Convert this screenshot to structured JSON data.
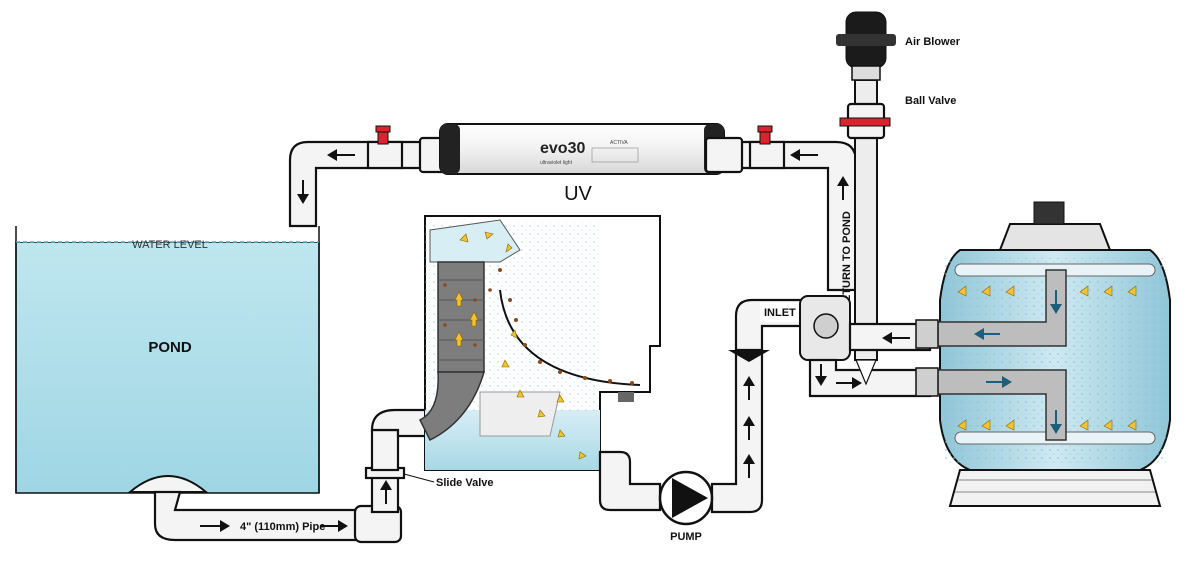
{
  "labels": {
    "air_blower": "Air Blower",
    "ball_valve": "Ball Valve",
    "uv": "UV",
    "uv_brand": "evo30",
    "uv_brand_sub": "ultraviolet light",
    "uv_maker": "ACTIVA",
    "water_level": "WATER LEVEL",
    "pond": "POND",
    "return_to_pond": "RETURN TO POND",
    "inlet": "INLET",
    "slide_valve": "Slide Valve",
    "pipe": "4\" (110mm) Pipe",
    "pump": "PUMP"
  },
  "colors": {
    "water": "#a8dce8",
    "water_dark": "#7cc4d8",
    "pipe": "#f4f4f4",
    "outline": "#111111",
    "flow_arrow": "#f2c230",
    "valve_red": "#d9232d",
    "filter_blue": "#b7dbe8",
    "internal_arrow": "#1d5f7a"
  },
  "icons": {
    "flow_arrow": "arrow-icon",
    "pump": "pump-triangle-icon",
    "valve": "ball-valve-icon"
  }
}
